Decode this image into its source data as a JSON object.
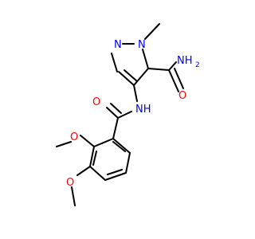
{
  "colors": {
    "background": "#ffffff",
    "bond": "#000000",
    "oxygen": "#ff0000",
    "nitrogen": "#0000ff",
    "carbon_text": "#000000"
  },
  "atoms": {
    "pyrazole_n2": {
      "text": "N",
      "element": "nitrogen"
    },
    "pyrazole_n1": {
      "text": "N",
      "element": "nitrogen"
    },
    "amide_nh2": {
      "text": "NH",
      "sub": "2",
      "element": "nitrogen"
    },
    "amide_o_right": {
      "text": "O",
      "element": "oxygen"
    },
    "amide_nh": {
      "text": "NH",
      "element": "nitrogen"
    },
    "carbonyl_o_left": {
      "text": "O",
      "element": "oxygen"
    },
    "methoxy_o_upper": {
      "text": "O",
      "element": "oxygen"
    },
    "methoxy_o_lower": {
      "text": "O",
      "element": "oxygen"
    }
  }
}
